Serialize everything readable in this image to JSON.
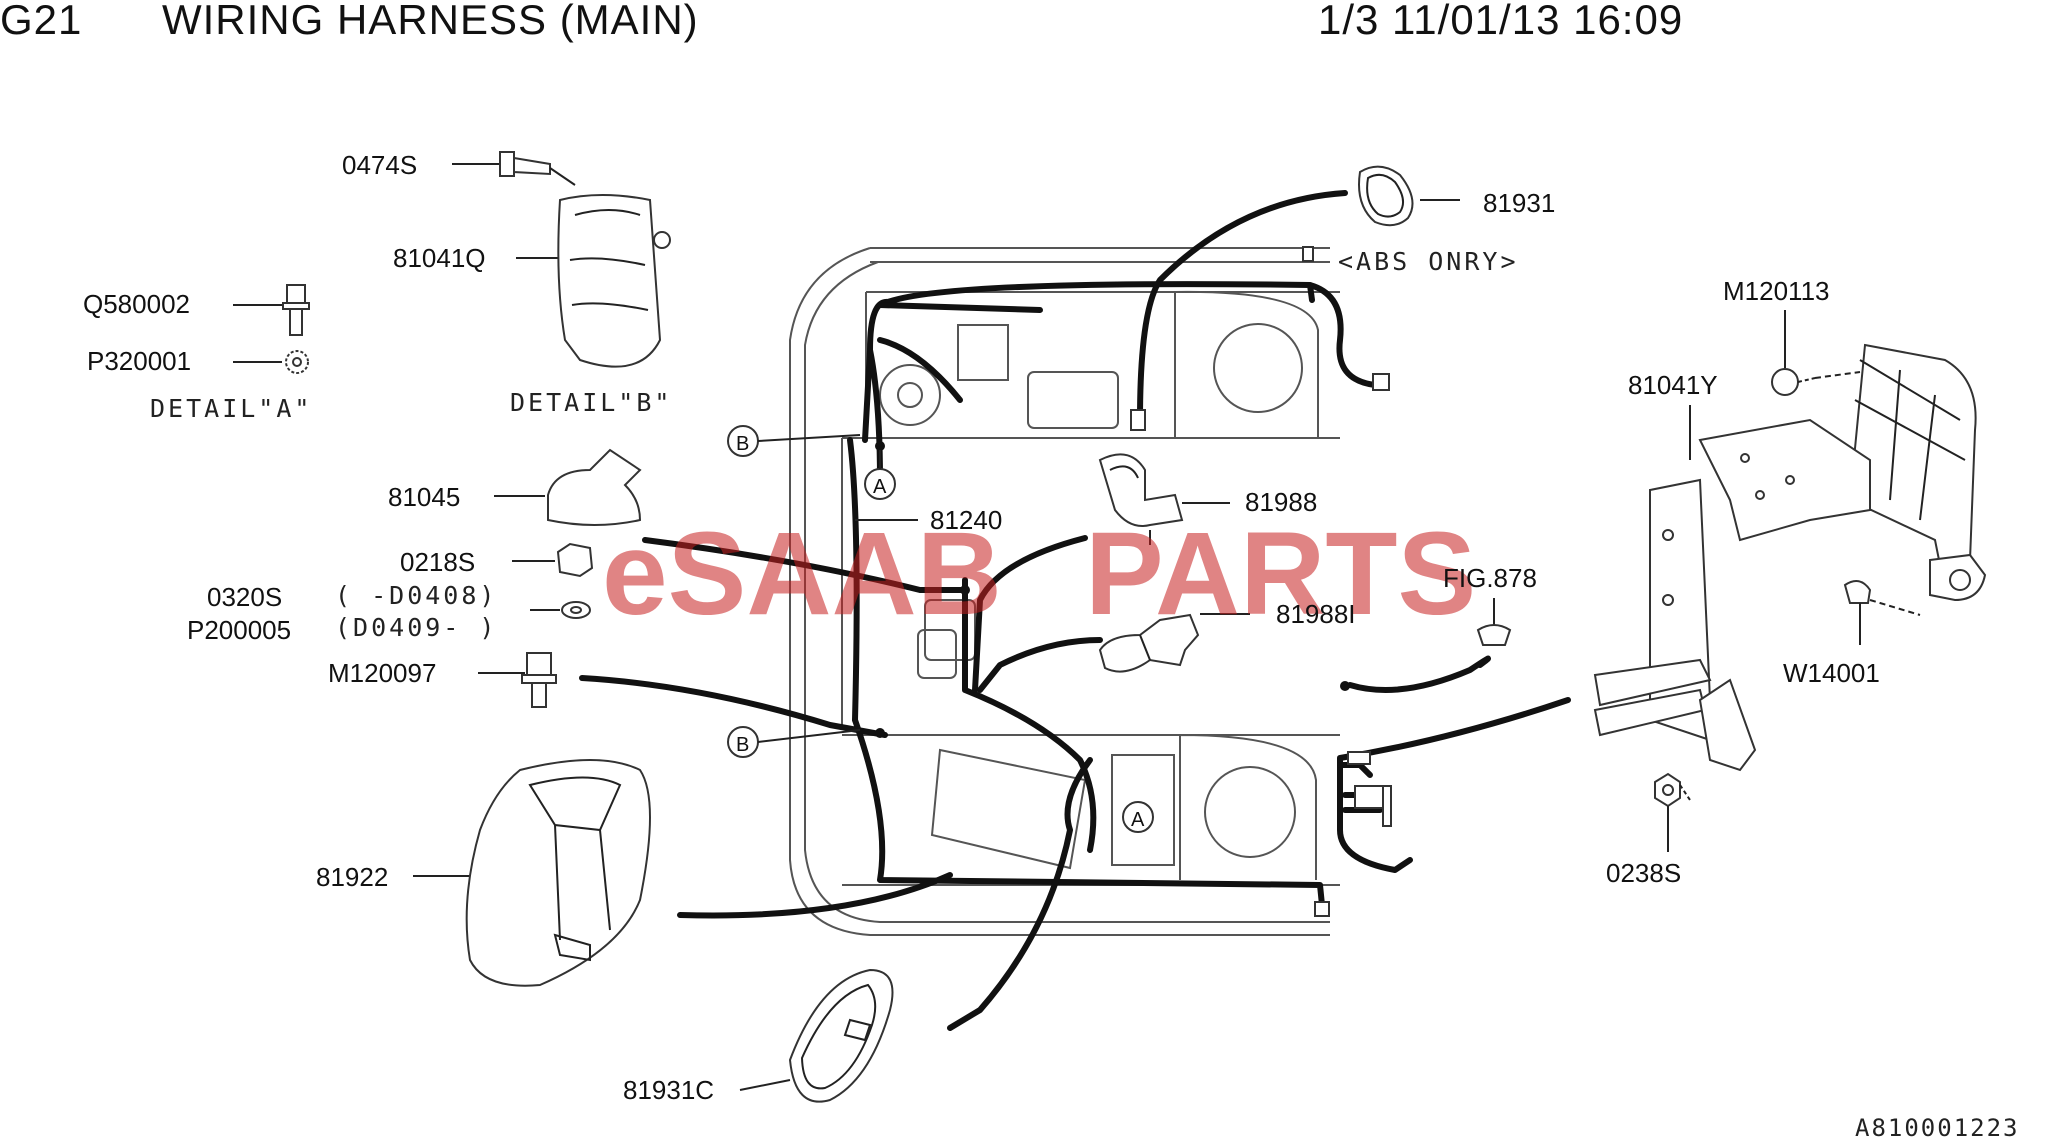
{
  "header": {
    "code": "G21",
    "title": "WIRING HARNESS (MAIN)",
    "meta": "1/3 11/01/13 16:09"
  },
  "watermark": {
    "part1": "eSAAB",
    "part2": "PARTS",
    "color1": "#c61f1f",
    "color2": "#c61f1f"
  },
  "labels": {
    "p0474s": "0474S",
    "p81041q": "81041Q",
    "q580002": "Q580002",
    "p320001": "P320001",
    "detail_a": "DETAIL\"A\"",
    "detail_b": "DETAIL\"B\"",
    "p81045": "81045",
    "p0218s": "0218S",
    "p0320s": "0320S",
    "p0320s_range": "( -D0408)",
    "p200005": "P200005",
    "p200005_range": "(D0409- )",
    "m120097": "M120097",
    "p81922": "81922",
    "p81931c": "81931C",
    "p81931": "81931",
    "abs_only": "<ABS ONRY>",
    "p81240": "81240",
    "p81988": "81988",
    "p81988i": "81988I",
    "fig878": "FIG.878",
    "m120113": "M120113",
    "p81041y": "81041Y",
    "w14001": "W14001",
    "p0238s": "0238S",
    "ref_b1": "B",
    "ref_b2": "B",
    "ref_a1": "A",
    "ref_a2": "A",
    "drawing_no": "A810001223"
  }
}
